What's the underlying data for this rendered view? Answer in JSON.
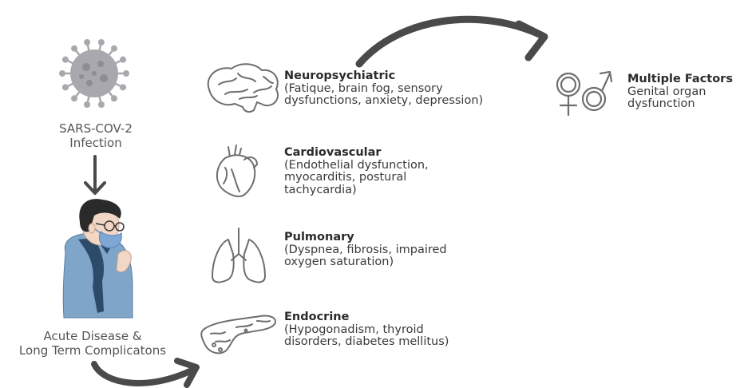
{
  "virus": {
    "label": "SARS-COV-2\nInfection",
    "icon": "virus-icon"
  },
  "patient": {
    "label": "Acute Disease &\nLong Term Complicatons",
    "icon": "masked-patient-icon"
  },
  "categories": [
    {
      "title": "Neuropsychiatric",
      "detail": "(Fatique, brain fog, sensory\ndysfunctions, anxiety, depression)",
      "icon": "brain-icon"
    },
    {
      "title": "Cardiovascular",
      "detail": "(Endothelial dysfunction,\nmyocarditis, postural\ntachycardia)",
      "icon": "heart-icon"
    },
    {
      "title": "Pulmonary",
      "detail": "(Dyspnea, fibrosis, impaired\noxygen saturation)",
      "icon": "lungs-icon"
    },
    {
      "title": "Endocrine",
      "detail": "(Hypogonadism, thyroid\ndisorders, diabetes mellitus)",
      "icon": "pancreas-icon"
    }
  ],
  "multiple": {
    "title": "Multiple Factors",
    "detail": "Genital organ\ndysfunction",
    "icon": "gender-symbols-icon"
  },
  "colors": {
    "arrow": "#4a4a4a",
    "icon_stroke": "#6e6e6e",
    "virus": "#a8a8ae",
    "shirt": "#7fa5c9",
    "mask": "#7fa7d6",
    "scarf": "#2e4a6b"
  }
}
